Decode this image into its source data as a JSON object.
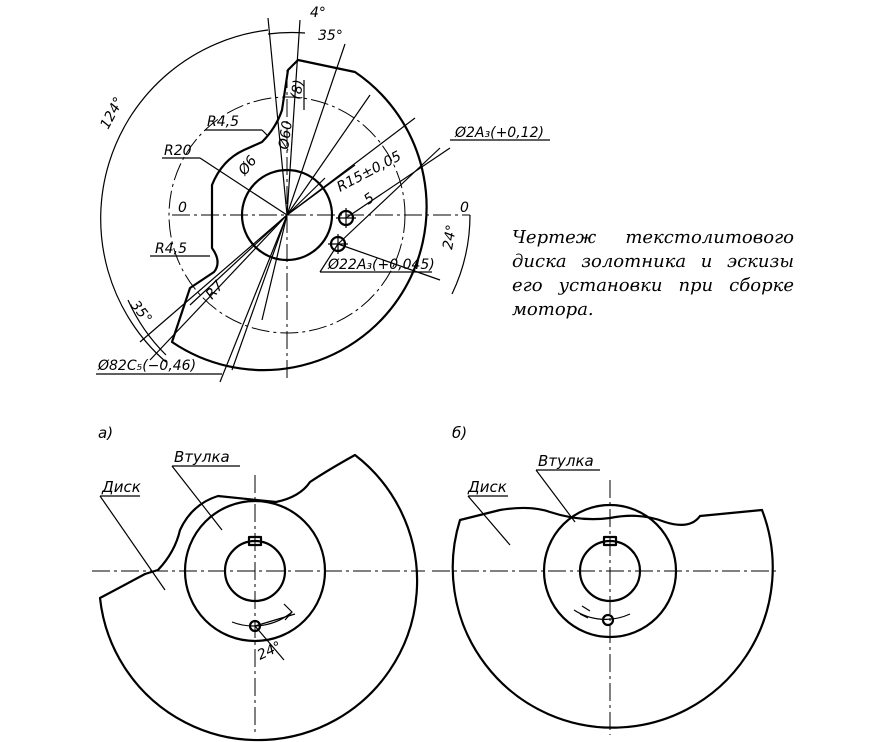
{
  "caption": "Чертеж текстолитового диска золотника и эскизы его установки при сборке мотора.",
  "dimensions": {
    "angle_4": "4°",
    "angle_35_top": "35°",
    "angle_124": "124°",
    "ref_8": "(8)",
    "dia_60": "Ø60",
    "r45_top": "R4,5",
    "r20": "R20",
    "dia_6": "Ø6",
    "r15": "R15±0,05",
    "dia_2a3": "Ø2А₃(+0,12)",
    "val_5": "5",
    "zero_left": "0",
    "zero_right": "0",
    "r45_bottom": "R4,5",
    "r7": "R7",
    "angle_35_bottom": "35°",
    "dia_22": "Ø22А₃(+0,045)",
    "angle_24_right": "24°",
    "dia_82": "Ø82С₅(−0,46)"
  },
  "sketch_a": {
    "tag": "а)",
    "disk_label": "Диск",
    "bushing_label": "Втулка",
    "angle_label": "24°"
  },
  "sketch_b": {
    "tag": "б)",
    "disk_label": "Диск",
    "bushing_label": "Втулка"
  }
}
